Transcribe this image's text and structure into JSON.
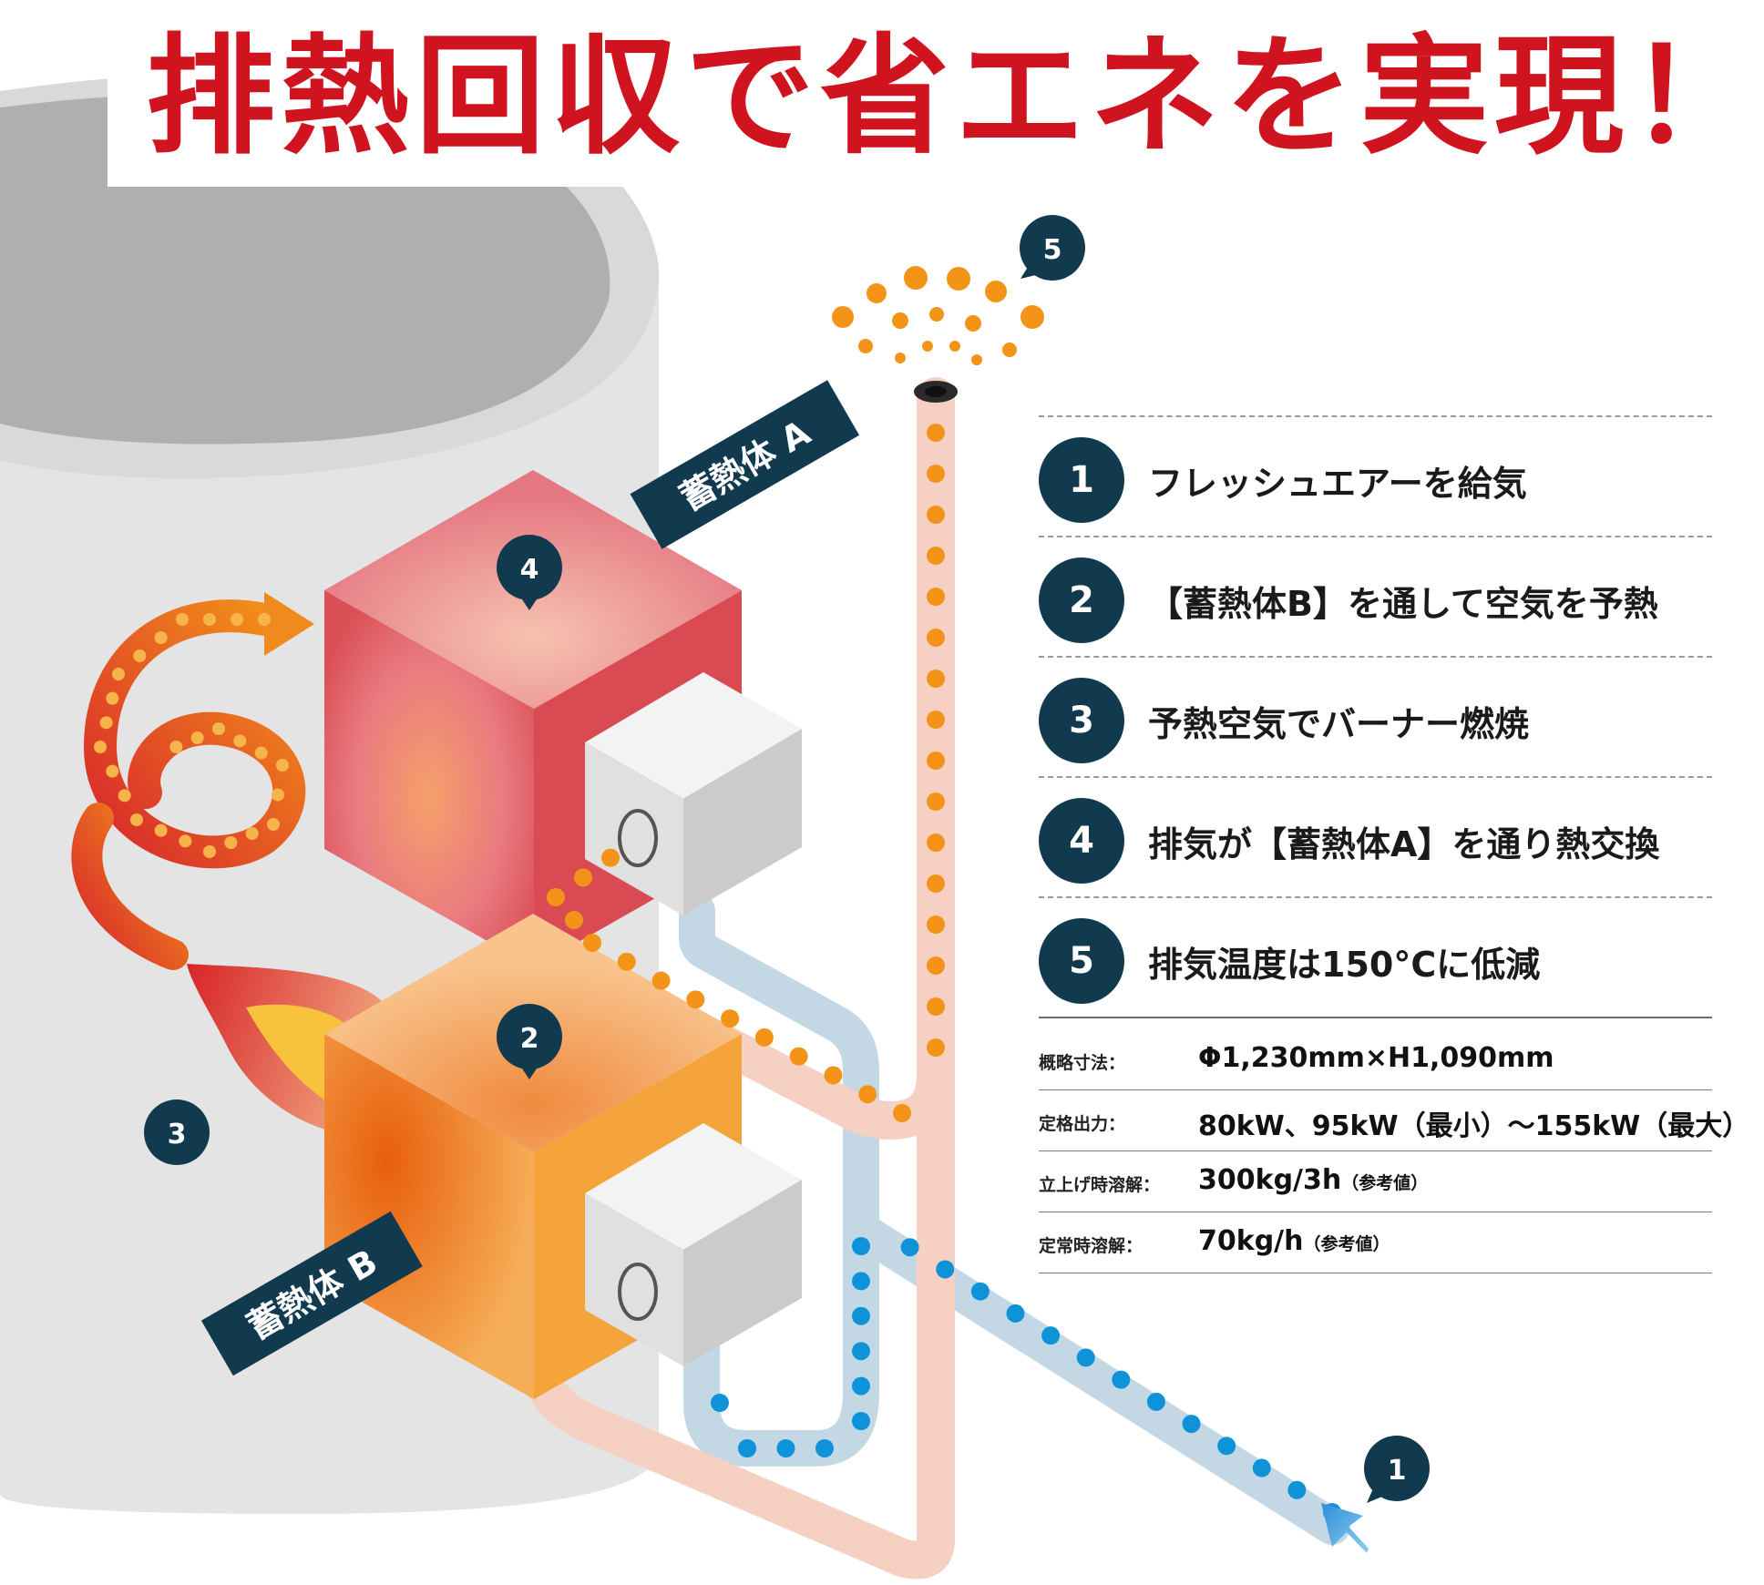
{
  "title": "排熱回収で省エネを実現！",
  "labels": {
    "block_a": "蓄熱体 A",
    "block_b": "蓄熱体 B"
  },
  "markers": {
    "one": "1",
    "two": "2",
    "three": "3",
    "four": "4",
    "five": "5"
  },
  "steps": [
    {
      "num": "1",
      "text": "フレッシュエアーを給気"
    },
    {
      "num": "2",
      "text": "【蓄熱体B】を通して空気を予熱"
    },
    {
      "num": "3",
      "text": "予熱空気でバーナー燃焼"
    },
    {
      "num": "4",
      "text": "排気が【蓄熱体A】を通り熱交換"
    },
    {
      "num": "5",
      "text": "排気温度は150°Cに低減"
    }
  ],
  "specs": [
    {
      "label": "概略寸法：",
      "value": "Φ1,230mm×H1,090mm",
      "note": ""
    },
    {
      "label": "定格出力：",
      "value": "80kW、95kW（最小）～155kW（最大）",
      "note": ""
    },
    {
      "label": "立上げ時溶解：",
      "value": "300kg/3h",
      "note": "（参考値）"
    },
    {
      "label": "定常時溶解：",
      "value": "70kg/h",
      "note": "（参考値）"
    }
  ],
  "colors": {
    "title_red": "#d0141f",
    "navy": "#123a4f",
    "pipe_pink": "#f7d0c4",
    "pipe_blue": "#c3d8e4",
    "dot_orange": "#f39418",
    "dot_blue": "#0e93d8"
  },
  "icons": [
    "flame-icon",
    "arrow-icon",
    "speech-marker-icon"
  ]
}
